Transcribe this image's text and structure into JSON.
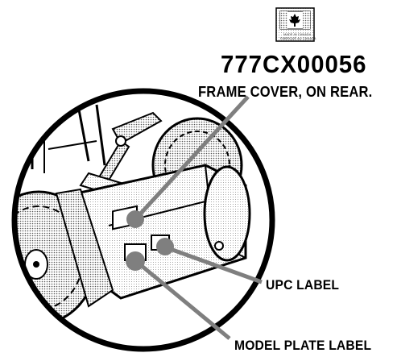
{
  "callouts": {
    "part_number": "777CX00056",
    "frame_cover": "FRAME COVER, ON REAR.",
    "upc_label": "UPC LABEL",
    "model_plate_label": "MODEL PLATE LABEL"
  },
  "badge": {
    "line1": "MADE IN CANADA",
    "line2": "FABRIQUÉ AU CANADA"
  },
  "colors": {
    "ink": "#000000",
    "pointer": "#7f7f7f",
    "paper": "#ffffff"
  }
}
